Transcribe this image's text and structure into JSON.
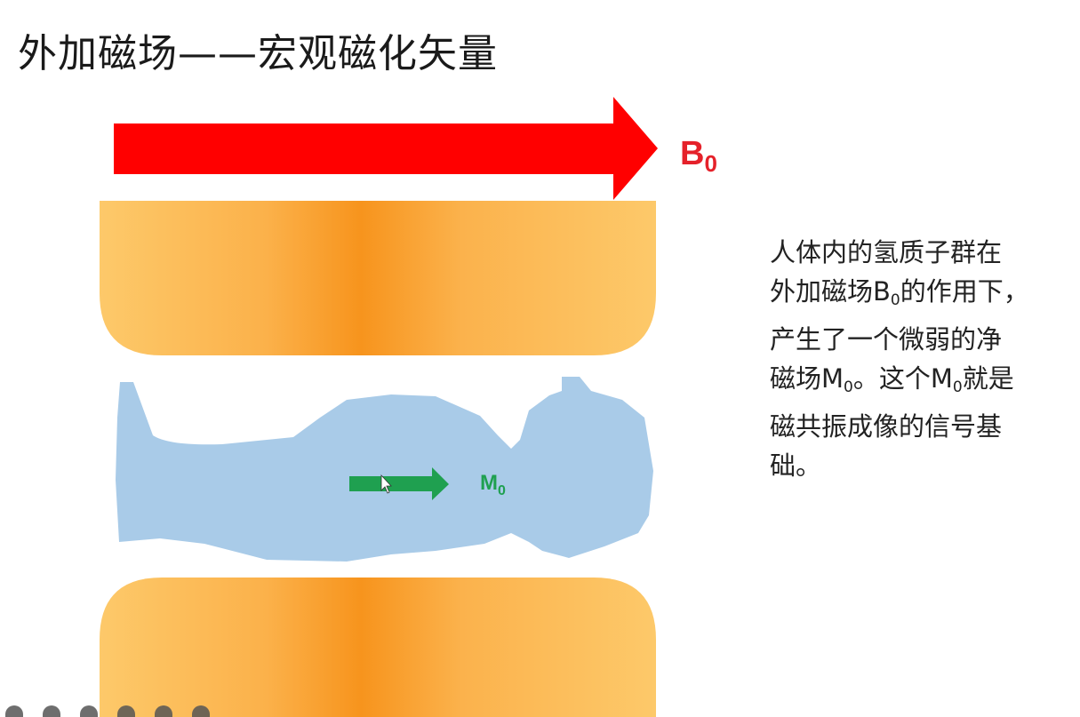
{
  "slide": {
    "title": "外加磁场——宏观磁化矢量"
  },
  "diagram": {
    "b0_label": "B",
    "b0_sub": "0",
    "m0_label": "M",
    "m0_sub": "0",
    "colors": {
      "b0_arrow": "#ff0000",
      "m0_arrow": "#1fa050",
      "magnet_light": "#fdc96a",
      "magnet_dark": "#f7941d",
      "body": "#a9cbe8"
    }
  },
  "description": {
    "line1": "人体内的氢质子群在",
    "line2_a": "外加磁场B",
    "line2_sub": "0",
    "line2_b": "的作用下，",
    "line3": "产生了一个微弱的净",
    "line4_a": "磁场M",
    "line4_sub1": "0",
    "line4_b": "。这个M",
    "line4_sub2": "0",
    "line4_c": "就是",
    "line5": "磁共振成像的信号基",
    "line6": "础。"
  },
  "toolbar": {
    "icons": [
      "back-icon",
      "pen-icon",
      "zoom-icon",
      "menu-icon",
      "slides-icon",
      "more-icon"
    ]
  }
}
